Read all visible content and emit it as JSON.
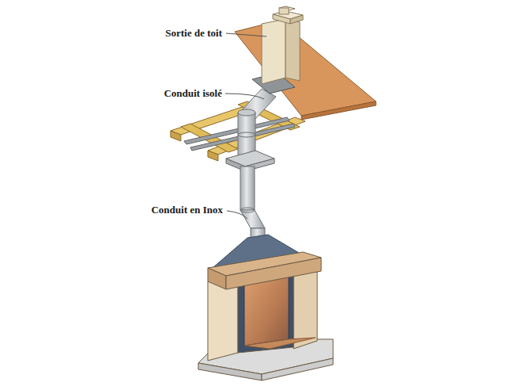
{
  "diagram": {
    "labels": [
      "Sortie de toit",
      "Conduit isolé",
      "Conduit en Inox"
    ]
  }
}
